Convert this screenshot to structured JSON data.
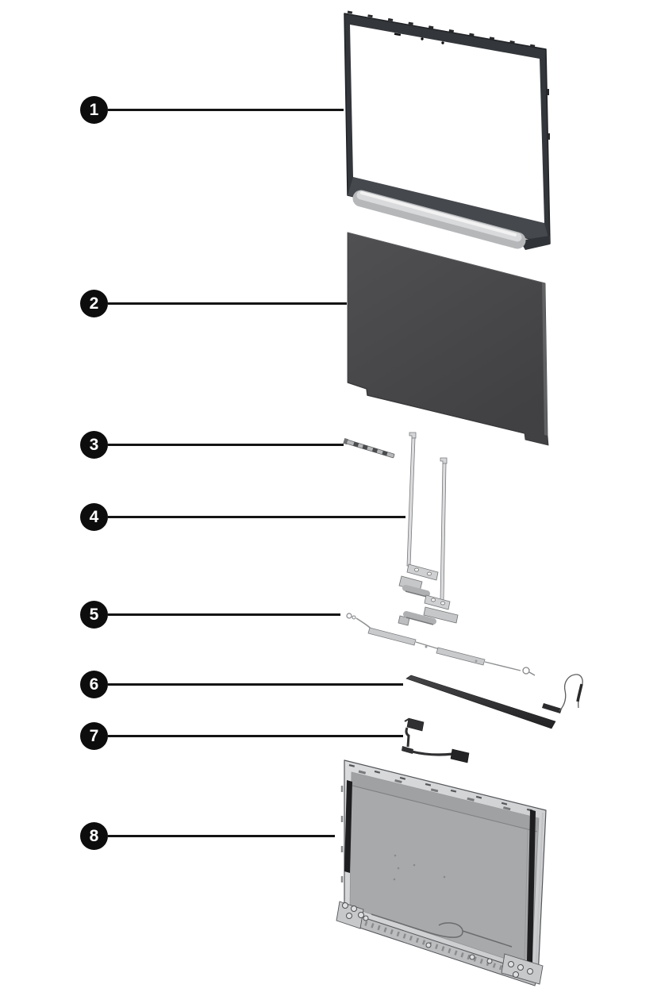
{
  "callouts": [
    {
      "label": "1"
    },
    {
      "label": "2"
    },
    {
      "label": "3"
    },
    {
      "label": "4"
    },
    {
      "label": "5"
    },
    {
      "label": "6"
    },
    {
      "label": "7"
    },
    {
      "label": "8"
    }
  ],
  "palette": {
    "background": "#ffffff",
    "callout_fill": "#0d0d0d",
    "callout_text": "#ffffff",
    "leader_line": "#141414",
    "bezel_frame": "#33363a",
    "bezel_chin": "#45484d",
    "panel_dark": "#48484a",
    "metal_light": "#d2d3d5",
    "hinge_gray": "#c6c7c9",
    "strip_dark": "#2d2d2f",
    "cable_dark": "#2e2e30",
    "cover_outer": "#d4d5d7",
    "cover_inner": "#a8a9ab",
    "antenna_black": "#1e1e20"
  }
}
